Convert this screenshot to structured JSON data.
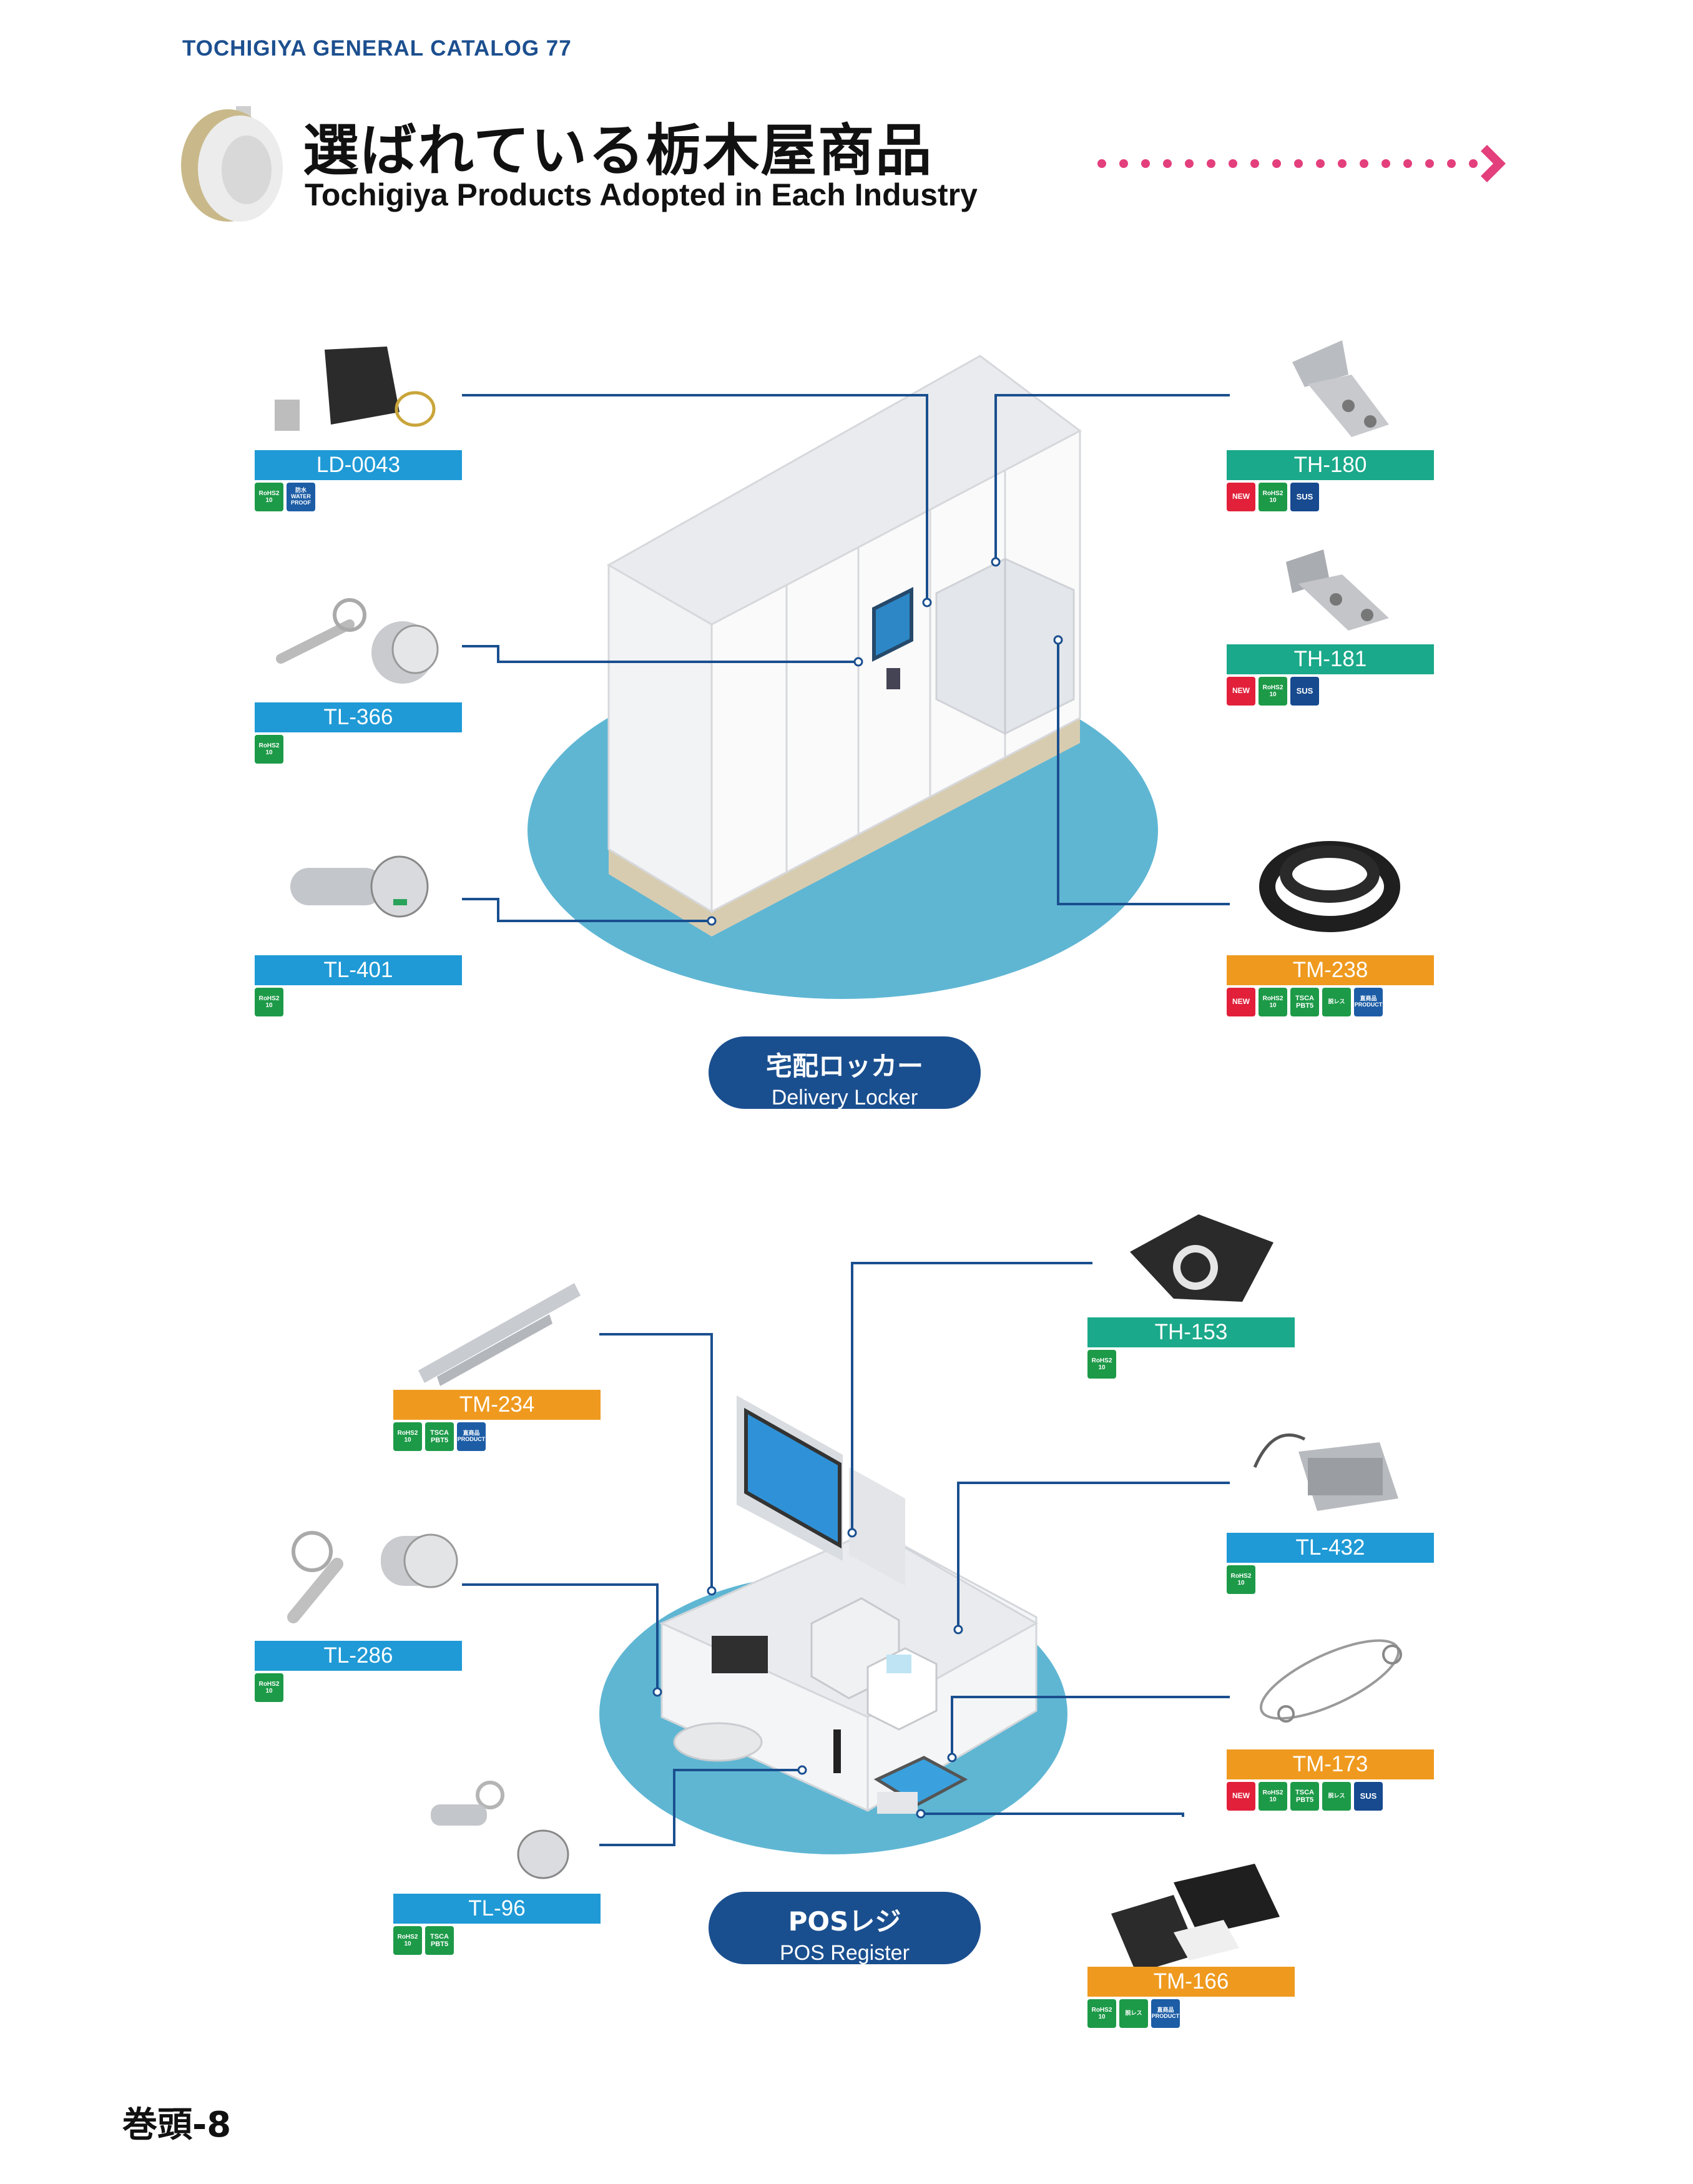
{
  "header": {
    "catalog_title": "TOCHIGIYA GENERAL CATALOG 77",
    "title_jp": "選ばれている栃木屋商品",
    "title_en": "Tochigiya Products Adopted in Each Industry"
  },
  "sections": {
    "locker": {
      "label_jp": "宅配ロッカー",
      "label_en": "Delivery Locker"
    },
    "pos": {
      "label_jp": "POSレジ",
      "label_en": "POS Register"
    }
  },
  "products": {
    "ld0043": {
      "code": "LD-0043",
      "badges": [
        "RoHS2 10",
        "防水 WATER PROOF"
      ]
    },
    "tl366": {
      "code": "TL-366",
      "badges": [
        "RoHS2 10"
      ]
    },
    "tl401": {
      "code": "TL-401",
      "badges": [
        "RoHS2 10"
      ]
    },
    "th180": {
      "code": "TH-180",
      "badges": [
        "NEW",
        "RoHS2 10",
        "SUS"
      ]
    },
    "th181": {
      "code": "TH-181",
      "badges": [
        "NEW",
        "RoHS2 10",
        "SUS"
      ]
    },
    "tm238": {
      "code": "TM-238",
      "badges": [
        "NEW",
        "RoHS2 10",
        "TSCA PBT5",
        "脱レス",
        "直商品 PRODUCT"
      ]
    },
    "tm234": {
      "code": "TM-234",
      "badges": [
        "RoHS2 10",
        "TSCA PBT5",
        "直商品 PRODUCT"
      ]
    },
    "tl286": {
      "code": "TL-286",
      "badges": [
        "RoHS2 10"
      ]
    },
    "tl96": {
      "code": "TL-96",
      "badges": [
        "RoHS2 10",
        "TSCA PBT5"
      ]
    },
    "th153": {
      "code": "TH-153",
      "badges": [
        "RoHS2 10"
      ]
    },
    "tl432": {
      "code": "TL-432",
      "badges": [
        "RoHS2 10"
      ]
    },
    "tm173": {
      "code": "TM-173",
      "badges": [
        "NEW",
        "RoHS2 10",
        "TSCA PBT5",
        "脱レス",
        "SUS"
      ]
    },
    "tm166": {
      "code": "TM-166",
      "badges": [
        "RoHS2 10",
        "脱レス",
        "直商品 PRODUCT"
      ]
    }
  },
  "footer": {
    "page_number": "巻頭-8"
  },
  "colors": {
    "navy": "#1a4f8f",
    "blue_tag": "#1f9ad6",
    "green_tag": "#1aa98a",
    "orange_tag": "#ef9a1f",
    "arrow": "#e43f7d",
    "platform": "#5fb6d3"
  }
}
